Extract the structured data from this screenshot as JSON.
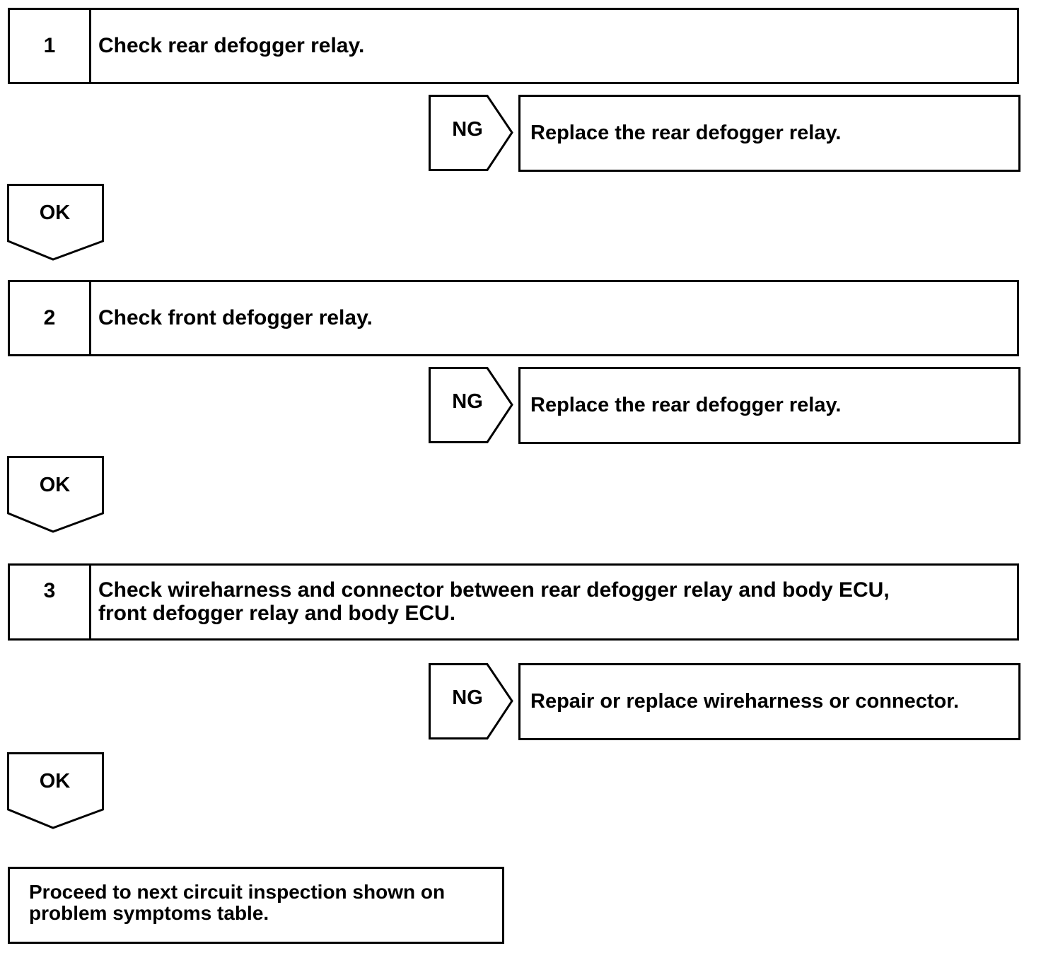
{
  "steps": [
    {
      "number": "1",
      "text": "Check rear defogger relay.",
      "ng_label": "NG",
      "ng_action": "Replace the rear defogger relay.",
      "ok_label": "OK"
    },
    {
      "number": "2",
      "text": "Check front defogger relay.",
      "ng_label": "NG",
      "ng_action": "Replace the rear defogger relay.",
      "ok_label": "OK"
    },
    {
      "number": "3",
      "text_line1": "Check wireharness and connector between rear defogger relay and body ECU,",
      "text_line2": "front defogger relay and body ECU.",
      "ng_label": "NG",
      "ng_action": "Repair or replace wireharness or connector.",
      "ok_label": "OK"
    }
  ],
  "final": {
    "line1": "Proceed to next circuit inspection shown on",
    "line2": "problem symptoms table."
  }
}
